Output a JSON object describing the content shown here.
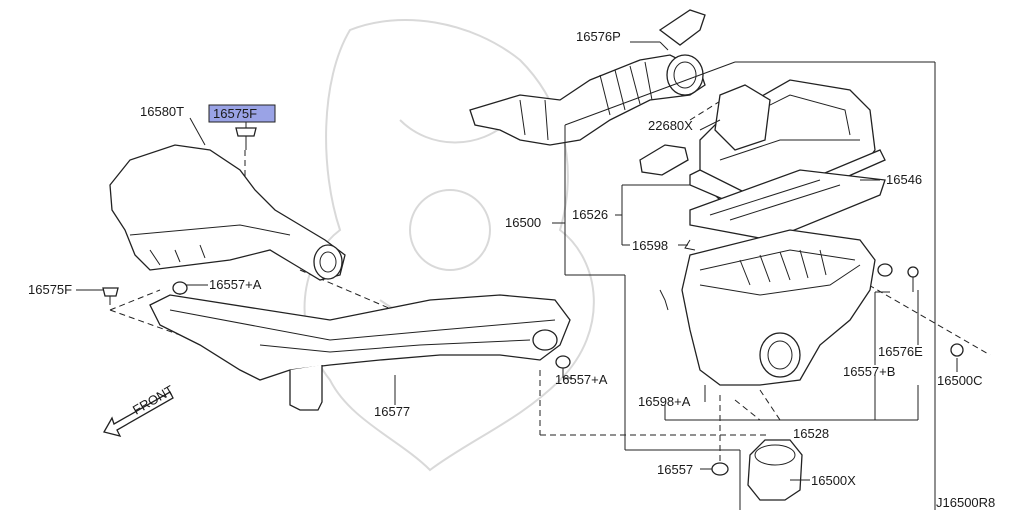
{
  "diagram_id": "J16500R8",
  "highlight_color": "#9aa3e6",
  "callouts": {
    "c16576P": "16576P",
    "c22680X": "22680X",
    "c16580T": "16580T",
    "c16575F_top": "16575F",
    "c16546": "16546",
    "c16500": "16500",
    "c16526": "16526",
    "c16598": "16598",
    "c16575F_left": "16575F",
    "c16557A_top": "16557+A",
    "c16576E": "16576E",
    "c16557A_mid": "16557+A",
    "c16557B": "16557+B",
    "c16500C": "16500C",
    "c16577": "16577",
    "c16598A": "16598+A",
    "c16528": "16528",
    "c16557": "16557",
    "c16500X": "16500X"
  },
  "front_label": "FRONT"
}
